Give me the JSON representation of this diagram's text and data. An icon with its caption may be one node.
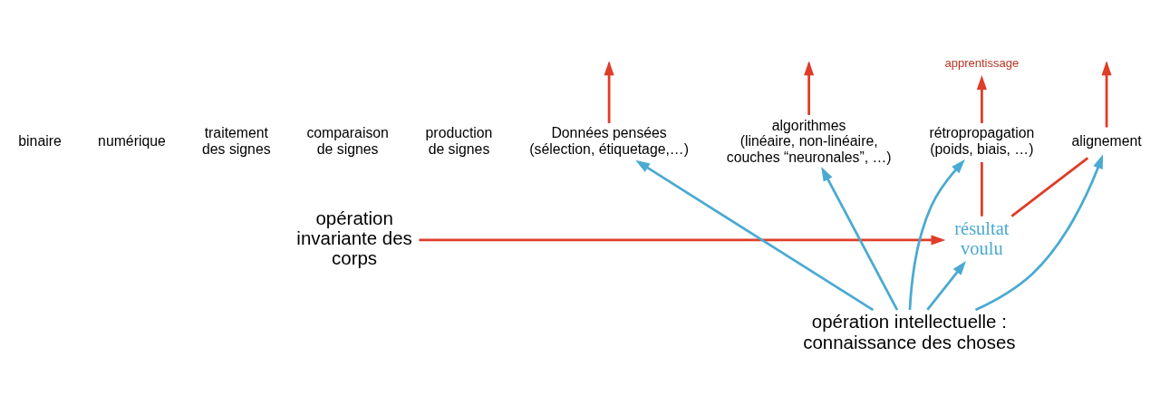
{
  "diagram": {
    "nodes": [
      {
        "text": [
          "opération invariante des corps"
        ]
      },
      {
        "text": [
          "résultat voulu"
        ]
      },
      {
        "text": [
          "apprentissage"
        ]
      },
      {
        "text": [
          "Données pensées",
          "(sélection, étiquetage,…)"
        ]
      },
      {
        "text": [
          "algorithmes",
          "(linéaire, non-linéaire, couches “neuronales”, …)"
        ]
      },
      {
        "text": [
          "rétropropagation",
          "(poids, biais, …)"
        ]
      },
      {
        "text": [
          "alignement"
        ]
      },
      {
        "text": [
          "opération intellectuelle : connaissance des choses"
        ]
      }
    ],
    "edges": [
      {
        "from": 0,
        "to": 1,
        "arrow": "to"
      },
      {
        "from": 3,
        "to": null,
        "arrow": "to"
      },
      {
        "from": 4,
        "to": null,
        "arrow": "to"
      },
      {
        "from": 5,
        "to": 2,
        "arrow": "to"
      },
      {
        "from": 6,
        "to": null,
        "arrow": "to"
      },
      {
        "from": 1,
        "to": 6,
        "arrow": "none"
      },
      {
        "from": 1,
        "to": 5,
        "arrow": "none"
      },
      {
        "from": 7,
        "to": 3,
        "arrow": "to",
        "color": "#4aaad2"
      },
      {
        "from": 7,
        "to": 4,
        "arrow": "to",
        "color": "#4aaad2"
      },
      {
        "from": 7,
        "to": 5,
        "arrow": "to",
        "color": "#4aaad2"
      },
      {
        "from": 7,
        "to": 6,
        "arrow": "to",
        "color": "#4aaad2"
      },
      {
        "from": 7,
        "to": 1,
        "arrow": "to",
        "color": "#4aaad2"
      }
    ],
    "labels": [
      "binaire",
      "numérique",
      "traitement des signes",
      "comparaison de signes",
      "production de signes"
    ]
  }
}
